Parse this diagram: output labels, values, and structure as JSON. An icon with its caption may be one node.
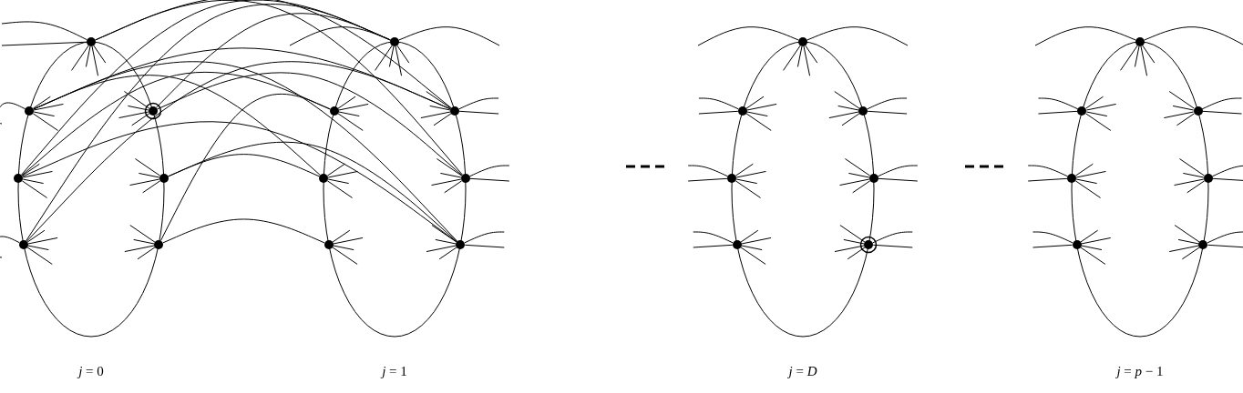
{
  "diagram": {
    "nodes": [
      {
        "text": [],
        "shape": "circle"
      },
      {
        "text": [],
        "shape": "circle"
      },
      {
        "text": [],
        "shape": "circle"
      },
      {
        "text": [],
        "shape": "circle"
      },
      {
        "text": [],
        "shape": "target"
      },
      {
        "text": [],
        "shape": "circle"
      },
      {
        "text": [],
        "shape": "circle"
      },
      {
        "text": [],
        "shape": "circle"
      },
      {
        "text": [],
        "shape": "circle"
      },
      {
        "text": [],
        "shape": "circle"
      },
      {
        "text": [],
        "shape": "circle"
      },
      {
        "text": [],
        "shape": "circle"
      },
      {
        "text": [],
        "shape": "circle"
      },
      {
        "text": [],
        "shape": "circle"
      },
      {
        "text": [],
        "shape": "circle"
      },
      {
        "text": [],
        "shape": "circle"
      },
      {
        "text": [],
        "shape": "circle"
      },
      {
        "text": [],
        "shape": "circle"
      },
      {
        "text": [],
        "shape": "circle"
      },
      {
        "text": [],
        "shape": "circle"
      },
      {
        "text": [],
        "shape": "target"
      },
      {
        "text": [],
        "shape": "circle"
      },
      {
        "text": [],
        "shape": "circle"
      },
      {
        "text": [],
        "shape": "circle"
      },
      {
        "text": [],
        "shape": "circle"
      },
      {
        "text": [],
        "shape": "circle"
      },
      {
        "text": [],
        "shape": "circle"
      },
      {
        "text": [],
        "shape": "circle"
      }
    ],
    "edges": [
      {
        "from": 0,
        "to": 11,
        "arrow": "none"
      },
      {
        "from": 0,
        "to": 12,
        "arrow": "none"
      },
      {
        "from": 1,
        "to": 11,
        "arrow": "none"
      },
      {
        "from": 1,
        "to": 9,
        "arrow": "none"
      },
      {
        "from": 1,
        "to": 13,
        "arrow": "none"
      },
      {
        "from": 2,
        "to": 7,
        "arrow": "none"
      },
      {
        "from": 2,
        "to": 8,
        "arrow": "none"
      },
      {
        "from": 2,
        "to": 13,
        "arrow": "none"
      },
      {
        "from": 3,
        "to": 7,
        "arrow": "none"
      },
      {
        "from": 3,
        "to": 11,
        "arrow": "none"
      },
      {
        "from": 4,
        "to": 7,
        "arrow": "none"
      },
      {
        "from": 4,
        "to": 12,
        "arrow": "none"
      },
      {
        "from": 5,
        "to": 9,
        "arrow": "none"
      },
      {
        "from": 5,
        "to": 13,
        "arrow": "none"
      },
      {
        "from": 6,
        "to": 8,
        "arrow": "none"
      },
      {
        "from": 6,
        "to": 10,
        "arrow": "none"
      },
      {
        "from": 0,
        "to": null,
        "arrow": "none"
      },
      {
        "from": 0,
        "to": null,
        "arrow": "none"
      },
      {
        "from": 0,
        "to": null,
        "arrow": "none"
      },
      {
        "from": 0,
        "to": null,
        "arrow": "none"
      },
      {
        "from": 0,
        "to": null,
        "arrow": "none"
      },
      {
        "from": 0,
        "to": null,
        "arrow": "none"
      },
      {
        "from": 1,
        "to": null,
        "arrow": "none"
      },
      {
        "from": 1,
        "to": null,
        "arrow": "none"
      },
      {
        "from": 1,
        "to": null,
        "arrow": "none"
      },
      {
        "from": 1,
        "to": null,
        "arrow": "none"
      },
      {
        "from": 1,
        "to": null,
        "arrow": "none"
      },
      {
        "from": 2,
        "to": null,
        "arrow": "none"
      },
      {
        "from": 2,
        "to": null,
        "arrow": "none"
      },
      {
        "from": 2,
        "to": null,
        "arrow": "none"
      },
      {
        "from": 2,
        "to": null,
        "arrow": "none"
      },
      {
        "from": 3,
        "to": null,
        "arrow": "none"
      },
      {
        "from": 3,
        "to": null,
        "arrow": "none"
      },
      {
        "from": 3,
        "to": null,
        "arrow": "none"
      },
      {
        "from": 3,
        "to": null,
        "arrow": "none"
      },
      {
        "from": 3,
        "to": null,
        "arrow": "none"
      },
      {
        "from": 4,
        "to": null,
        "arrow": "none"
      },
      {
        "from": 4,
        "to": null,
        "arrow": "none"
      },
      {
        "from": 4,
        "to": null,
        "arrow": "none"
      },
      {
        "from": 4,
        "to": null,
        "arrow": "none"
      },
      {
        "from": 5,
        "to": null,
        "arrow": "none"
      },
      {
        "from": 5,
        "to": null,
        "arrow": "none"
      },
      {
        "from": 5,
        "to": null,
        "arrow": "none"
      },
      {
        "from": 5,
        "to": null,
        "arrow": "none"
      },
      {
        "from": 6,
        "to": null,
        "arrow": "none"
      },
      {
        "from": 6,
        "to": null,
        "arrow": "none"
      },
      {
        "from": 6,
        "to": null,
        "arrow": "none"
      },
      {
        "from": 6,
        "to": null,
        "arrow": "none"
      },
      {
        "from": 7,
        "to": null,
        "arrow": "none"
      },
      {
        "from": 7,
        "to": null,
        "arrow": "none"
      },
      {
        "from": 7,
        "to": null,
        "arrow": "none"
      },
      {
        "from": 7,
        "to": null,
        "arrow": "none"
      },
      {
        "from": 7,
        "to": null,
        "arrow": "none"
      },
      {
        "from": 7,
        "to": null,
        "arrow": "none"
      },
      {
        "from": 8,
        "to": null,
        "arrow": "none"
      },
      {
        "from": 8,
        "to": null,
        "arrow": "none"
      },
      {
        "from": 8,
        "to": null,
        "arrow": "none"
      },
      {
        "from": 8,
        "to": null,
        "arrow": "none"
      },
      {
        "from": 9,
        "to": null,
        "arrow": "none"
      },
      {
        "from": 9,
        "to": null,
        "arrow": "none"
      },
      {
        "from": 9,
        "to": null,
        "arrow": "none"
      },
      {
        "from": 9,
        "to": null,
        "arrow": "none"
      },
      {
        "from": 10,
        "to": null,
        "arrow": "none"
      },
      {
        "from": 10,
        "to": null,
        "arrow": "none"
      },
      {
        "from": 10,
        "to": null,
        "arrow": "none"
      },
      {
        "from": 10,
        "to": null,
        "arrow": "none"
      },
      {
        "from": 11,
        "to": null,
        "arrow": "none"
      },
      {
        "from": 11,
        "to": null,
        "arrow": "none"
      },
      {
        "from": 11,
        "to": null,
        "arrow": "none"
      },
      {
        "from": 11,
        "to": null,
        "arrow": "none"
      },
      {
        "from": 11,
        "to": null,
        "arrow": "none"
      },
      {
        "from": 11,
        "to": null,
        "arrow": "none"
      },
      {
        "from": 12,
        "to": null,
        "arrow": "none"
      },
      {
        "from": 12,
        "to": null,
        "arrow": "none"
      },
      {
        "from": 12,
        "to": null,
        "arrow": "none"
      },
      {
        "from": 12,
        "to": null,
        "arrow": "none"
      },
      {
        "from": 12,
        "to": null,
        "arrow": "none"
      },
      {
        "from": 12,
        "to": null,
        "arrow": "none"
      },
      {
        "from": 13,
        "to": null,
        "arrow": "none"
      },
      {
        "from": 13,
        "to": null,
        "arrow": "none"
      },
      {
        "from": 13,
        "to": null,
        "arrow": "none"
      },
      {
        "from": 13,
        "to": null,
        "arrow": "none"
      },
      {
        "from": 13,
        "to": null,
        "arrow": "none"
      },
      {
        "from": 13,
        "to": null,
        "arrow": "none"
      },
      {
        "from": 14,
        "to": null,
        "arrow": "none"
      },
      {
        "from": 14,
        "to": null,
        "arrow": "none"
      },
      {
        "from": 14,
        "to": null,
        "arrow": "none"
      },
      {
        "from": 14,
        "to": null,
        "arrow": "none"
      },
      {
        "from": 14,
        "to": null,
        "arrow": "none"
      },
      {
        "from": 14,
        "to": null,
        "arrow": "none"
      },
      {
        "from": 15,
        "to": null,
        "arrow": "none"
      },
      {
        "from": 15,
        "to": null,
        "arrow": "none"
      },
      {
        "from": 15,
        "to": null,
        "arrow": "none"
      },
      {
        "from": 15,
        "to": null,
        "arrow": "none"
      },
      {
        "from": 15,
        "to": null,
        "arrow": "none"
      },
      {
        "from": 15,
        "to": null,
        "arrow": "none"
      },
      {
        "from": 16,
        "to": null,
        "arrow": "none"
      },
      {
        "from": 16,
        "to": null,
        "arrow": "none"
      },
      {
        "from": 16,
        "to": null,
        "arrow": "none"
      },
      {
        "from": 16,
        "to": null,
        "arrow": "none"
      },
      {
        "from": 16,
        "to": null,
        "arrow": "none"
      },
      {
        "from": 16,
        "to": null,
        "arrow": "none"
      },
      {
        "from": 17,
        "to": null,
        "arrow": "none"
      },
      {
        "from": 17,
        "to": null,
        "arrow": "none"
      },
      {
        "from": 17,
        "to": null,
        "arrow": "none"
      },
      {
        "from": 17,
        "to": null,
        "arrow": "none"
      },
      {
        "from": 17,
        "to": null,
        "arrow": "none"
      },
      {
        "from": 17,
        "to": null,
        "arrow": "none"
      },
      {
        "from": 18,
        "to": null,
        "arrow": "none"
      },
      {
        "from": 18,
        "to": null,
        "arrow": "none"
      },
      {
        "from": 18,
        "to": null,
        "arrow": "none"
      },
      {
        "from": 18,
        "to": null,
        "arrow": "none"
      },
      {
        "from": 18,
        "to": null,
        "arrow": "none"
      },
      {
        "from": 18,
        "to": null,
        "arrow": "none"
      },
      {
        "from": 19,
        "to": null,
        "arrow": "none"
      },
      {
        "from": 19,
        "to": null,
        "arrow": "none"
      },
      {
        "from": 19,
        "to": null,
        "arrow": "none"
      },
      {
        "from": 19,
        "to": null,
        "arrow": "none"
      },
      {
        "from": 19,
        "to": null,
        "arrow": "none"
      },
      {
        "from": 19,
        "to": null,
        "arrow": "none"
      },
      {
        "from": 20,
        "to": null,
        "arrow": "none"
      },
      {
        "from": 20,
        "to": null,
        "arrow": "none"
      },
      {
        "from": 20,
        "to": null,
        "arrow": "none"
      },
      {
        "from": 20,
        "to": null,
        "arrow": "none"
      },
      {
        "from": 20,
        "to": null,
        "arrow": "none"
      },
      {
        "from": 20,
        "to": null,
        "arrow": "none"
      },
      {
        "from": 21,
        "to": null,
        "arrow": "none"
      },
      {
        "from": 21,
        "to": null,
        "arrow": "none"
      },
      {
        "from": 21,
        "to": null,
        "arrow": "none"
      },
      {
        "from": 21,
        "to": null,
        "arrow": "none"
      },
      {
        "from": 21,
        "to": null,
        "arrow": "none"
      },
      {
        "from": 21,
        "to": null,
        "arrow": "none"
      },
      {
        "from": 22,
        "to": null,
        "arrow": "none"
      },
      {
        "from": 22,
        "to": null,
        "arrow": "none"
      },
      {
        "from": 22,
        "to": null,
        "arrow": "none"
      },
      {
        "from": 22,
        "to": null,
        "arrow": "none"
      },
      {
        "from": 22,
        "to": null,
        "arrow": "none"
      },
      {
        "from": 22,
        "to": null,
        "arrow": "none"
      },
      {
        "from": 23,
        "to": null,
        "arrow": "none"
      },
      {
        "from": 23,
        "to": null,
        "arrow": "none"
      },
      {
        "from": 23,
        "to": null,
        "arrow": "none"
      },
      {
        "from": 23,
        "to": null,
        "arrow": "none"
      },
      {
        "from": 23,
        "to": null,
        "arrow": "none"
      },
      {
        "from": 23,
        "to": null,
        "arrow": "none"
      },
      {
        "from": 24,
        "to": null,
        "arrow": "none"
      },
      {
        "from": 24,
        "to": null,
        "arrow": "none"
      },
      {
        "from": 24,
        "to": null,
        "arrow": "none"
      },
      {
        "from": 24,
        "to": null,
        "arrow": "none"
      },
      {
        "from": 24,
        "to": null,
        "arrow": "none"
      },
      {
        "from": 24,
        "to": null,
        "arrow": "none"
      },
      {
        "from": 25,
        "to": null,
        "arrow": "none"
      },
      {
        "from": 25,
        "to": null,
        "arrow": "none"
      },
      {
        "from": 25,
        "to": null,
        "arrow": "none"
      },
      {
        "from": 25,
        "to": null,
        "arrow": "none"
      },
      {
        "from": 25,
        "to": null,
        "arrow": "none"
      },
      {
        "from": 25,
        "to": null,
        "arrow": "none"
      },
      {
        "from": 26,
        "to": null,
        "arrow": "none"
      },
      {
        "from": 26,
        "to": null,
        "arrow": "none"
      },
      {
        "from": 26,
        "to": null,
        "arrow": "none"
      },
      {
        "from": 26,
        "to": null,
        "arrow": "none"
      },
      {
        "from": 26,
        "to": null,
        "arrow": "none"
      },
      {
        "from": 26,
        "to": null,
        "arrow": "none"
      },
      {
        "from": 27,
        "to": null,
        "arrow": "none"
      },
      {
        "from": 27,
        "to": null,
        "arrow": "none"
      },
      {
        "from": 27,
        "to": null,
        "arrow": "none"
      },
      {
        "from": 27,
        "to": null,
        "arrow": "none"
      },
      {
        "from": 27,
        "to": null,
        "arrow": "none"
      },
      {
        "from": 27,
        "to": null,
        "arrow": "none"
      }
    ],
    "labels": [
      "*j* = 0",
      "*j* = 1",
      "*j* = *D*",
      "*j* = *p* − 1"
    ]
  }
}
